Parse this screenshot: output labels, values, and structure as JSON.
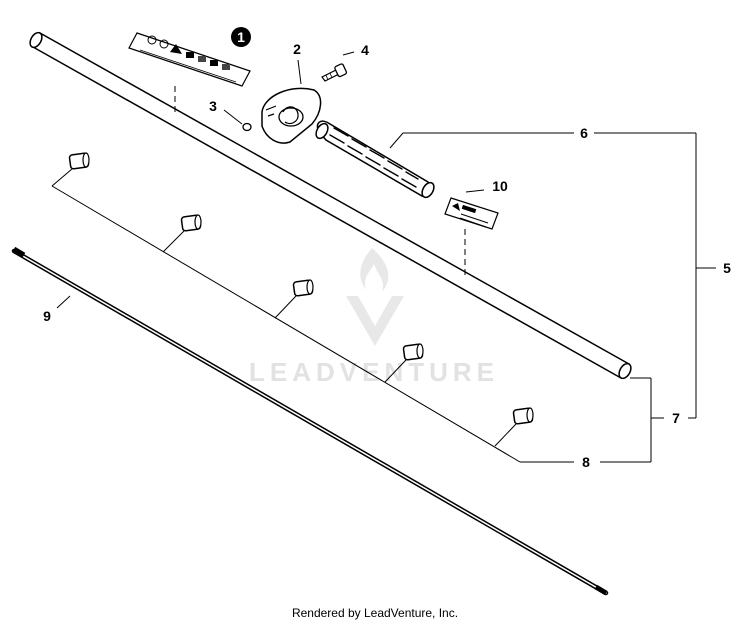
{
  "part_numbers": {
    "p1": "1",
    "p2": "2",
    "p3": "3",
    "p4": "4",
    "p5": "5",
    "p6": "6",
    "p7": "7",
    "p8": "8",
    "p9": "9",
    "p10": "10"
  },
  "watermark": {
    "text": "LEADVENTURE"
  },
  "footer": {
    "credit": "Rendered by LeadVenture, Inc."
  },
  "colors": {
    "line": "#000000",
    "watermark": "#e2e2e2",
    "callout_fill": "#000000"
  }
}
